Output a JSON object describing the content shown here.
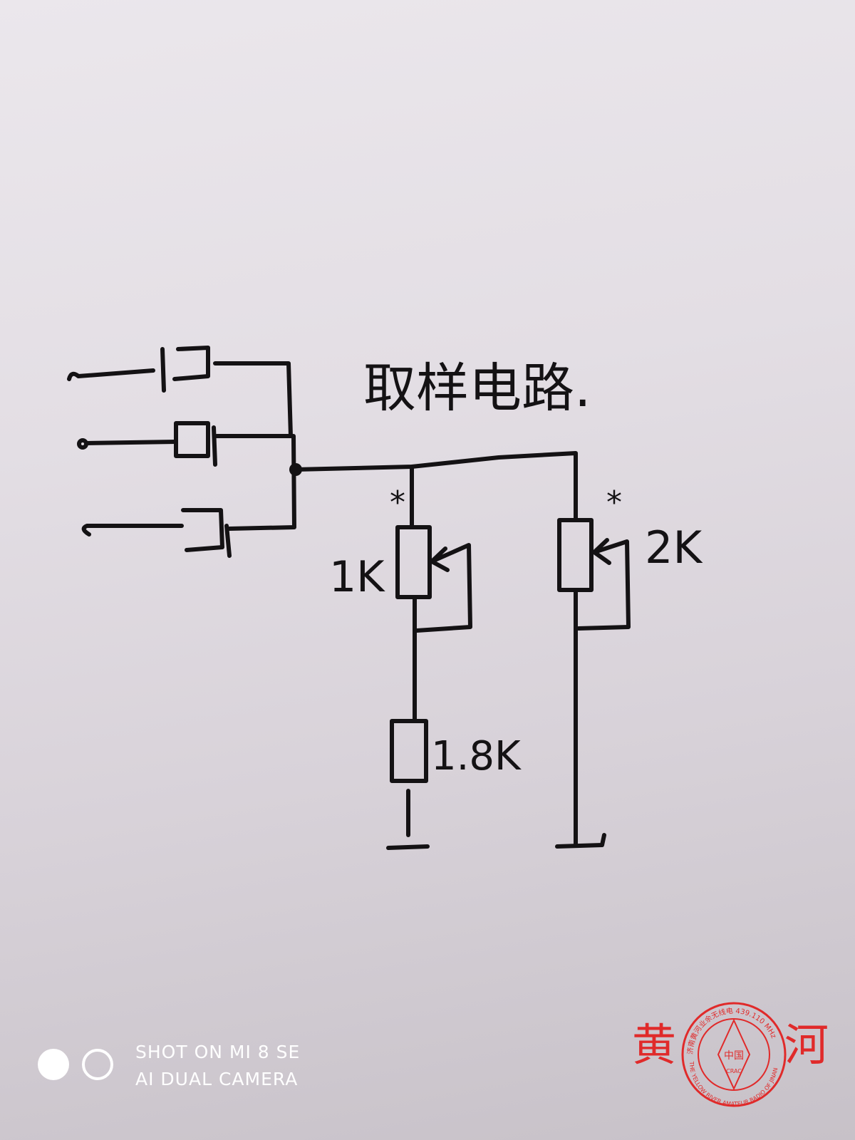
{
  "diagram": {
    "title": "取样电路.",
    "labels": {
      "pot_left": "1K",
      "pot_right": "2K",
      "resistor": "1.8K",
      "asterisk_left": "*",
      "asterisk_right": "*"
    }
  },
  "watermark": {
    "line1": "SHOT ON MI 8 SE",
    "line2": "AI DUAL CAMERA"
  },
  "logo": {
    "char_left": "黄",
    "char_right": "河",
    "ring_top": "济南黄河业余无线电 439.110 MHz",
    "ring_bottom": "THE YELLOW RIVER AMATEUR RADIO OF JINAN",
    "center": "中国",
    "badge": "CRAC",
    "color": "#e02a2a"
  }
}
